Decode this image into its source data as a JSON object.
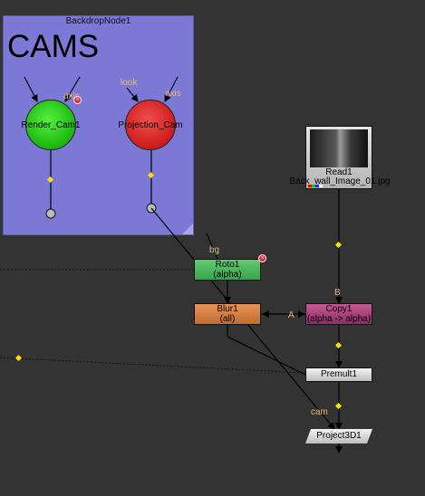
{
  "backdrop": {
    "title": "BackdropNode1",
    "label": "CAMS"
  },
  "nodes": {
    "render_cam": {
      "label": "Render_Cam1",
      "input": "axis"
    },
    "projection_cam": {
      "label": "Projection_Cam",
      "input_look": "look",
      "input_axis": "axis"
    },
    "read": {
      "title": "Read1",
      "file": "Back_wall_Image_01.jpg"
    },
    "roto": {
      "title": "Roto1",
      "subtitle": "(alpha)",
      "input": "bg"
    },
    "blur": {
      "title": "Blur1",
      "subtitle": "(all)"
    },
    "copy": {
      "title": "Copy1",
      "subtitle": "(alpha -> alpha)",
      "input_a": "A",
      "input_b": "B"
    },
    "premult": {
      "title": "Premult1"
    },
    "project3d": {
      "title": "Project3D1",
      "input": "cam"
    }
  },
  "colors": {
    "background": "#333333",
    "backdrop": "#7b78d6",
    "render_cam": "#22c014",
    "projection_cam": "#d42222",
    "roto": "#3ea04e",
    "blur": "#c26c2e",
    "copy": "#8e2c64",
    "input_label": "#e8b870",
    "dot": "#ffe000"
  }
}
